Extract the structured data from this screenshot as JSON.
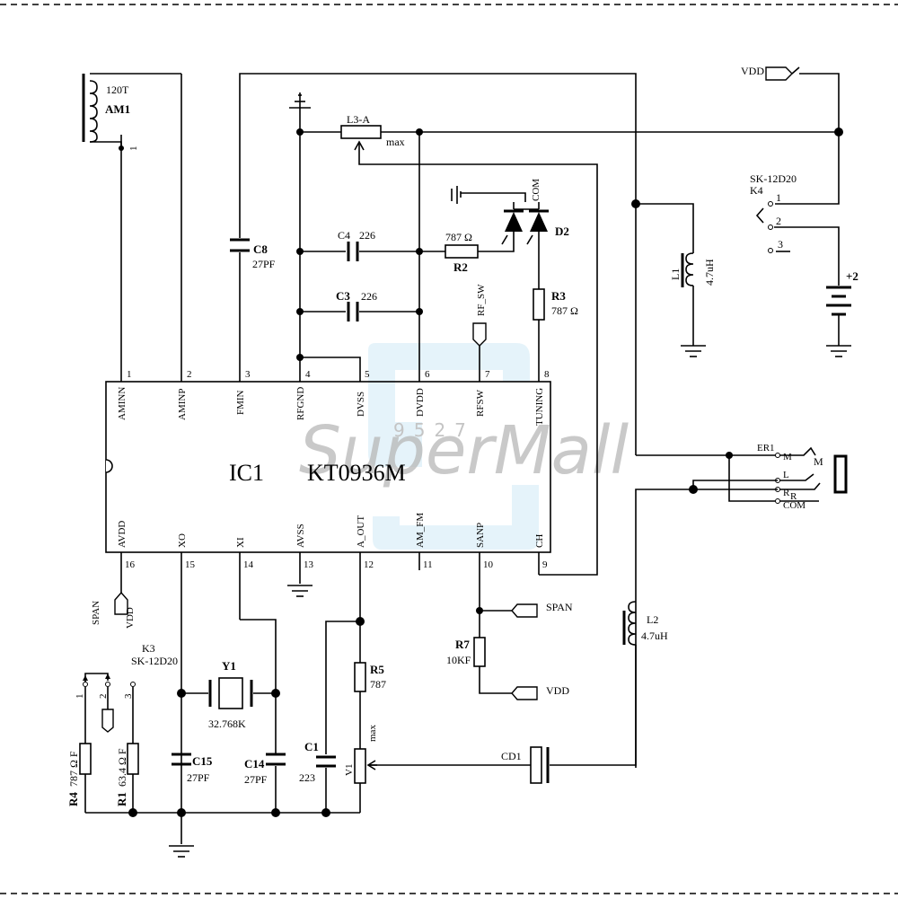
{
  "ic": {
    "ref": "IC1",
    "part": "KT0936M"
  },
  "top_pins": [
    {
      "num": "1",
      "name": "AMINN"
    },
    {
      "num": "2",
      "name": "AMINP"
    },
    {
      "num": "3",
      "name": "FMIN"
    },
    {
      "num": "4",
      "name": "RFGND"
    },
    {
      "num": "5",
      "name": "DVSS"
    },
    {
      "num": "6",
      "name": "DVDD"
    },
    {
      "num": "7",
      "name": "RFSW"
    },
    {
      "num": "8",
      "name": "TUNING"
    }
  ],
  "bottom_pins": [
    {
      "num": "16",
      "name": "AVDD"
    },
    {
      "num": "15",
      "name": "XO"
    },
    {
      "num": "14",
      "name": "XI"
    },
    {
      "num": "13",
      "name": "AVSS"
    },
    {
      "num": "12",
      "name": "A_OUT"
    },
    {
      "num": "11",
      "name": "AM_FM"
    },
    {
      "num": "10",
      "name": "SANP"
    },
    {
      "num": "9",
      "name": "CH"
    }
  ],
  "components": {
    "am1": {
      "turns": "120T",
      "ref": "AM1",
      "pin": "1"
    },
    "c8": {
      "ref": "C8",
      "value": "27PF"
    },
    "l3": {
      "ref": "L3-A",
      "note": "max"
    },
    "c4": {
      "ref": "C4",
      "value": "226"
    },
    "c3": {
      "ref": "C3",
      "value": "226"
    },
    "r2": {
      "ref": "R2",
      "value": "787 Ω"
    },
    "r3": {
      "ref": "R3",
      "value": "787 Ω"
    },
    "d2": {
      "ref": "D2",
      "com": "COM"
    },
    "rfsw": "RF_SW",
    "l1": {
      "ref": "L1",
      "value": "4.7uH"
    },
    "l2": {
      "ref": "L2",
      "value": "4.7uH"
    },
    "vdd_top": "VDD",
    "k4": {
      "part": "SK-12D20",
      "ref": "K4",
      "pin1": "1",
      "pin2": "2",
      "pin3": "3"
    },
    "battery": "+2",
    "jack": {
      "er": "ER1",
      "m": "M",
      "l": "L",
      "r": "R",
      "r2": "R",
      "com": "COM",
      "label": "M"
    },
    "span_left": "SPAN",
    "vdd_left": "VDD",
    "k3": {
      "ref": "K3",
      "part": "SK-12D20",
      "pin1": "1",
      "pin2": "2",
      "pin3": "3"
    },
    "r4": {
      "ref": "R4",
      "value": "787 Ω F"
    },
    "r1": {
      "ref": "R1",
      "value": "63.4 Ω F"
    },
    "c15": {
      "ref": "C15",
      "value": "27PF"
    },
    "y1": {
      "ref": "Y1",
      "value": "32.768K"
    },
    "c14": {
      "ref": "C14",
      "value": "27PF"
    },
    "c1": {
      "ref": "C1",
      "value": "223"
    },
    "r5": {
      "ref": "R5",
      "value": "787"
    },
    "v1": {
      "ref": "V1",
      "note": "max"
    },
    "cd1": {
      "ref": "CD1"
    },
    "r7": {
      "ref": "R7",
      "value": "10KF"
    },
    "span_right": "SPAN",
    "vdd_right": "VDD"
  },
  "watermark": {
    "brand": "SuperMall",
    "digits": "9527"
  }
}
